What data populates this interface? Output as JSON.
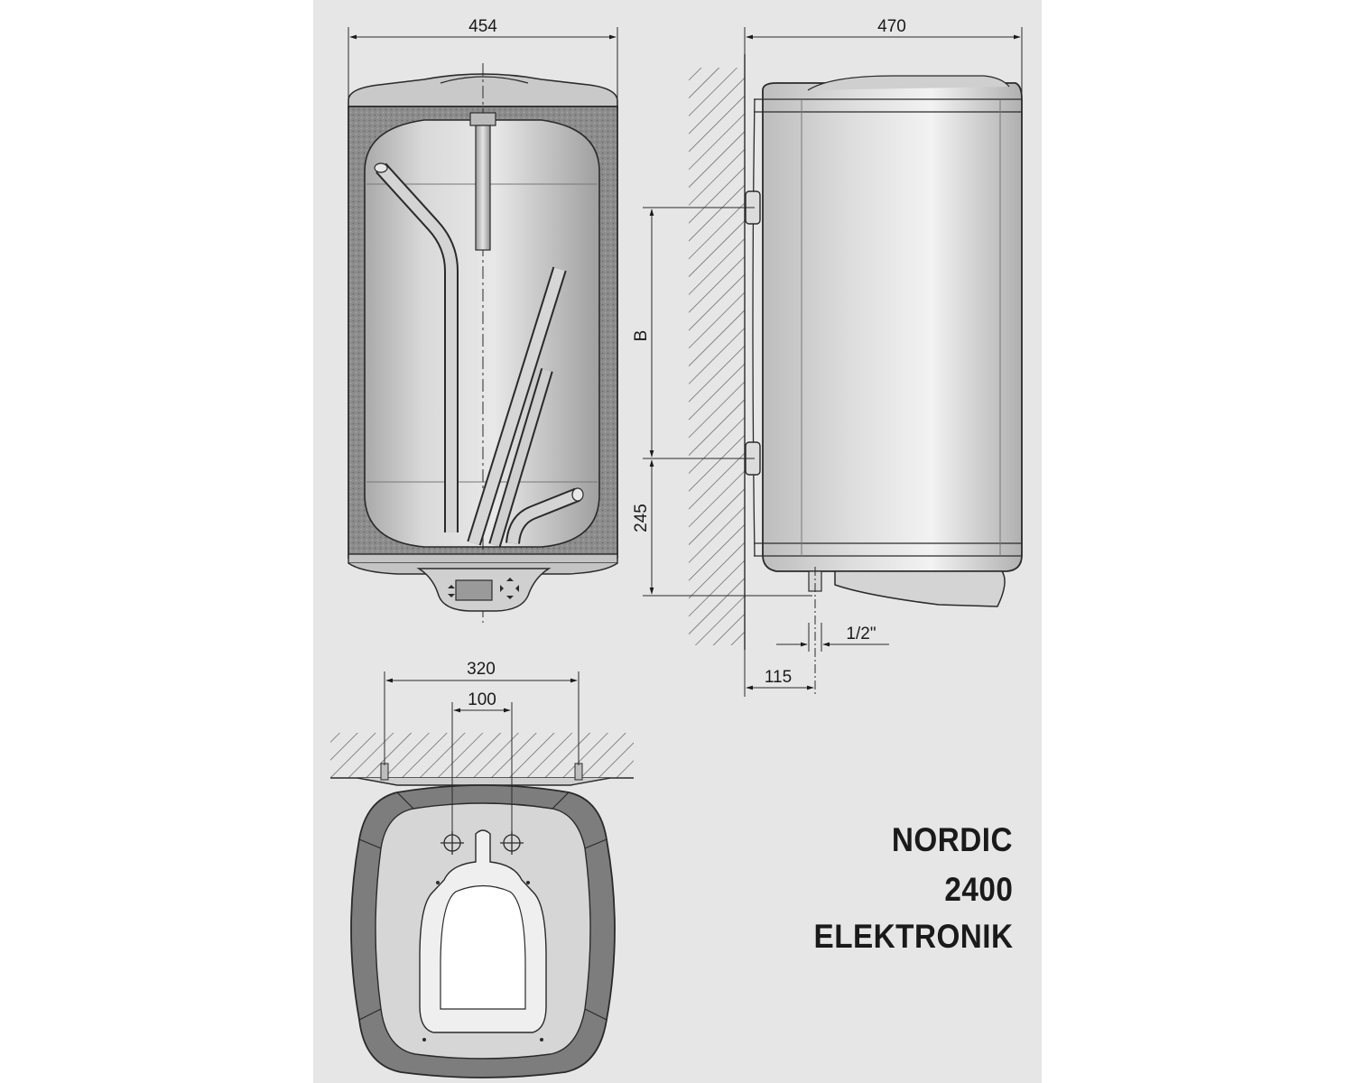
{
  "dimensions": {
    "front_width": "454",
    "side_depth": "470",
    "bracket_height": "B",
    "bottom_offset": "245",
    "pipe_size": "1/2\"",
    "pipe_wall_distance": "115",
    "mount_hole_spacing": "320",
    "pipe_spacing": "100"
  },
  "product": {
    "line1": "NORDIC",
    "line2": "2400",
    "line3": "ELEKTRONIK"
  },
  "colors": {
    "panel_background": "#e6e6e6",
    "tank_body": "#c9c9c9",
    "insulation": "#8a8a8a",
    "line": "#2a2a2a"
  }
}
